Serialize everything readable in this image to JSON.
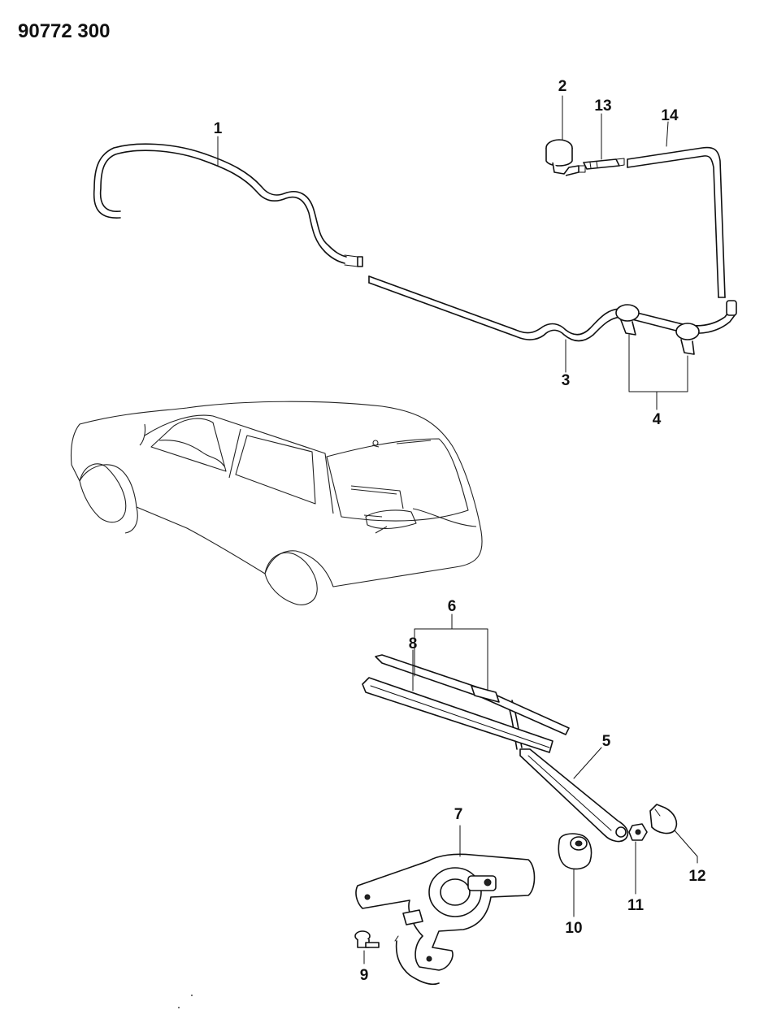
{
  "diagram": {
    "reference_number": "90772 300",
    "callouts": [
      {
        "id": "c1",
        "label": "1"
      },
      {
        "id": "c2",
        "label": "2"
      },
      {
        "id": "c3",
        "label": "3"
      },
      {
        "id": "c4",
        "label": "4"
      },
      {
        "id": "c5",
        "label": "5"
      },
      {
        "id": "c6",
        "label": "6"
      },
      {
        "id": "c7",
        "label": "7"
      },
      {
        "id": "c8",
        "label": "8"
      },
      {
        "id": "c9",
        "label": "9"
      },
      {
        "id": "c10",
        "label": "10"
      },
      {
        "id": "c11",
        "label": "11"
      },
      {
        "id": "c12",
        "label": "12"
      },
      {
        "id": "c13",
        "label": "13"
      },
      {
        "id": "c14",
        "label": "14"
      }
    ]
  }
}
